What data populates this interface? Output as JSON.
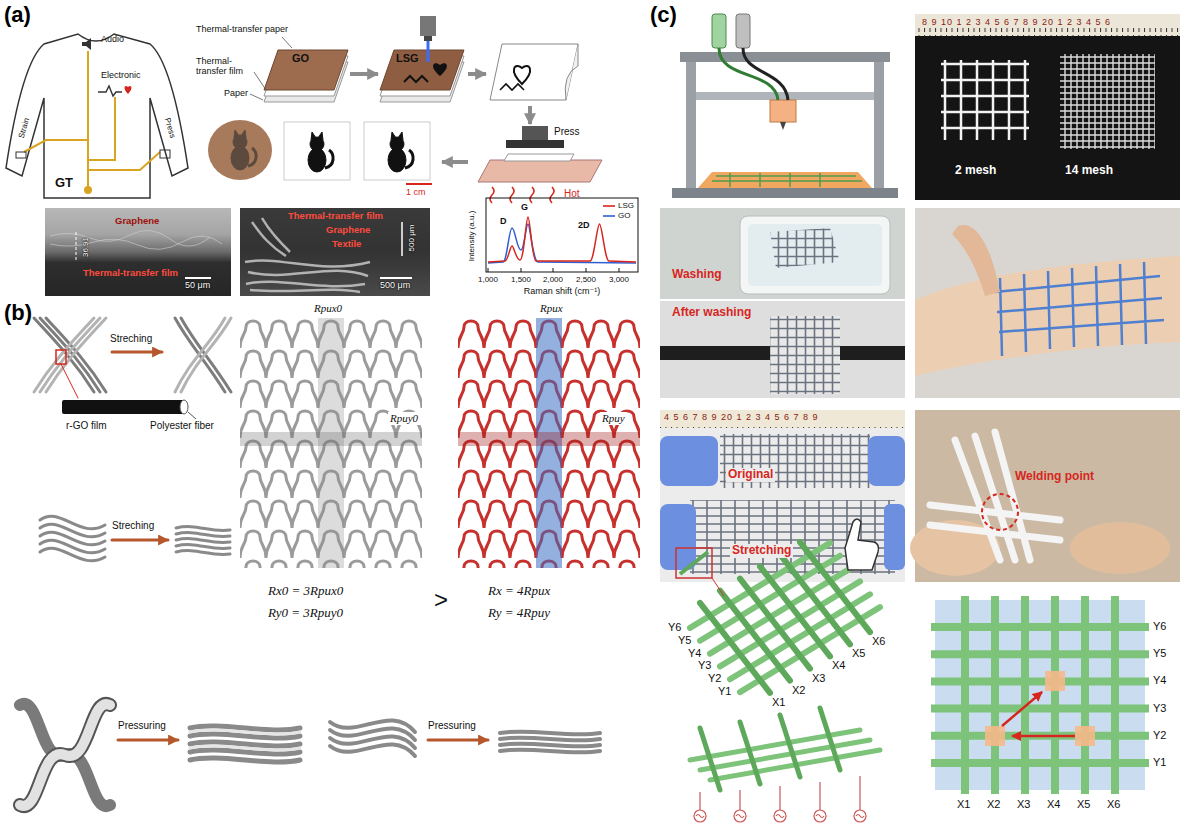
{
  "diagram": {
    "nodes": [
      {
        "text": [
          "Audio",
          "Electronic",
          "Strain",
          "Press",
          "GT"
        ]
      },
      {
        "text": [
          "GO"
        ]
      },
      {
        "text": [
          "LSG"
        ]
      },
      {
        "text": [
          "Press",
          "Hot"
        ]
      },
      {
        "text": [
          "1 cm"
        ]
      },
      {
        "text": [
          "Graphene",
          "36.91",
          "Thermal-transfer film",
          "50 μm"
        ]
      },
      {
        "text": [
          "Thermal-transfer film",
          "Graphene",
          "Textile",
          "500 μm",
          "500 μm"
        ]
      },
      {
        "text": [
          "D",
          "G",
          "2D"
        ]
      },
      {
        "text": [
          "2 mesh",
          "14 mesh"
        ]
      },
      {
        "text": [
          "Washing",
          "After washing"
        ]
      },
      {
        "text": [
          "Original",
          "Stretching"
        ]
      },
      {
        "text": [
          "Welding point"
        ]
      }
    ],
    "edges": [
      {
        "from": 1,
        "to": 2,
        "arrow": "to"
      },
      {
        "from": 3,
        "to": 4,
        "arrow": "to"
      }
    ],
    "labels": [
      "(a)",
      "Thermal-transfer paper",
      "Thermal-transfer film",
      "Paper",
      "Intensity (a.u.)",
      "Raman shift (cm⁻¹)",
      "1,000",
      "1,500",
      "2,000",
      "2,500",
      "3,000",
      "(b)",
      "Streching",
      "r-GO film",
      "Polyester fiber",
      "Streching",
      "Pressuring",
      "Pressuring",
      "Rpux0",
      "Rpuy0",
      "Rpux",
      "Rpuy",
      "Rx0 = 3Rpux0",
      "Ry0 = 3Rpuy0",
      ">",
      "Rx = 4Rpux",
      "Ry = 4Rpuy",
      "(c)",
      "8 9 10 1 2 3 4 5 6 7 8 9 20 1 2 3 4 5 6",
      "4 5 6 7 8 9 20 1 2 3 4 5 6 7 8 9",
      "Y6",
      "Y5",
      "Y4",
      "Y3",
      "Y2",
      "Y1",
      "X1",
      "X2",
      "X3",
      "X4",
      "X5",
      "X6",
      "X1",
      "X2",
      "X3",
      "X4",
      "X5",
      "X6",
      "Y6",
      "Y5",
      "Y4",
      "Y3",
      "Y2",
      "Y1"
    ],
    "legend": [
      {
        "text": "LSG"
      },
      {
        "text": "GO"
      }
    ]
  }
}
